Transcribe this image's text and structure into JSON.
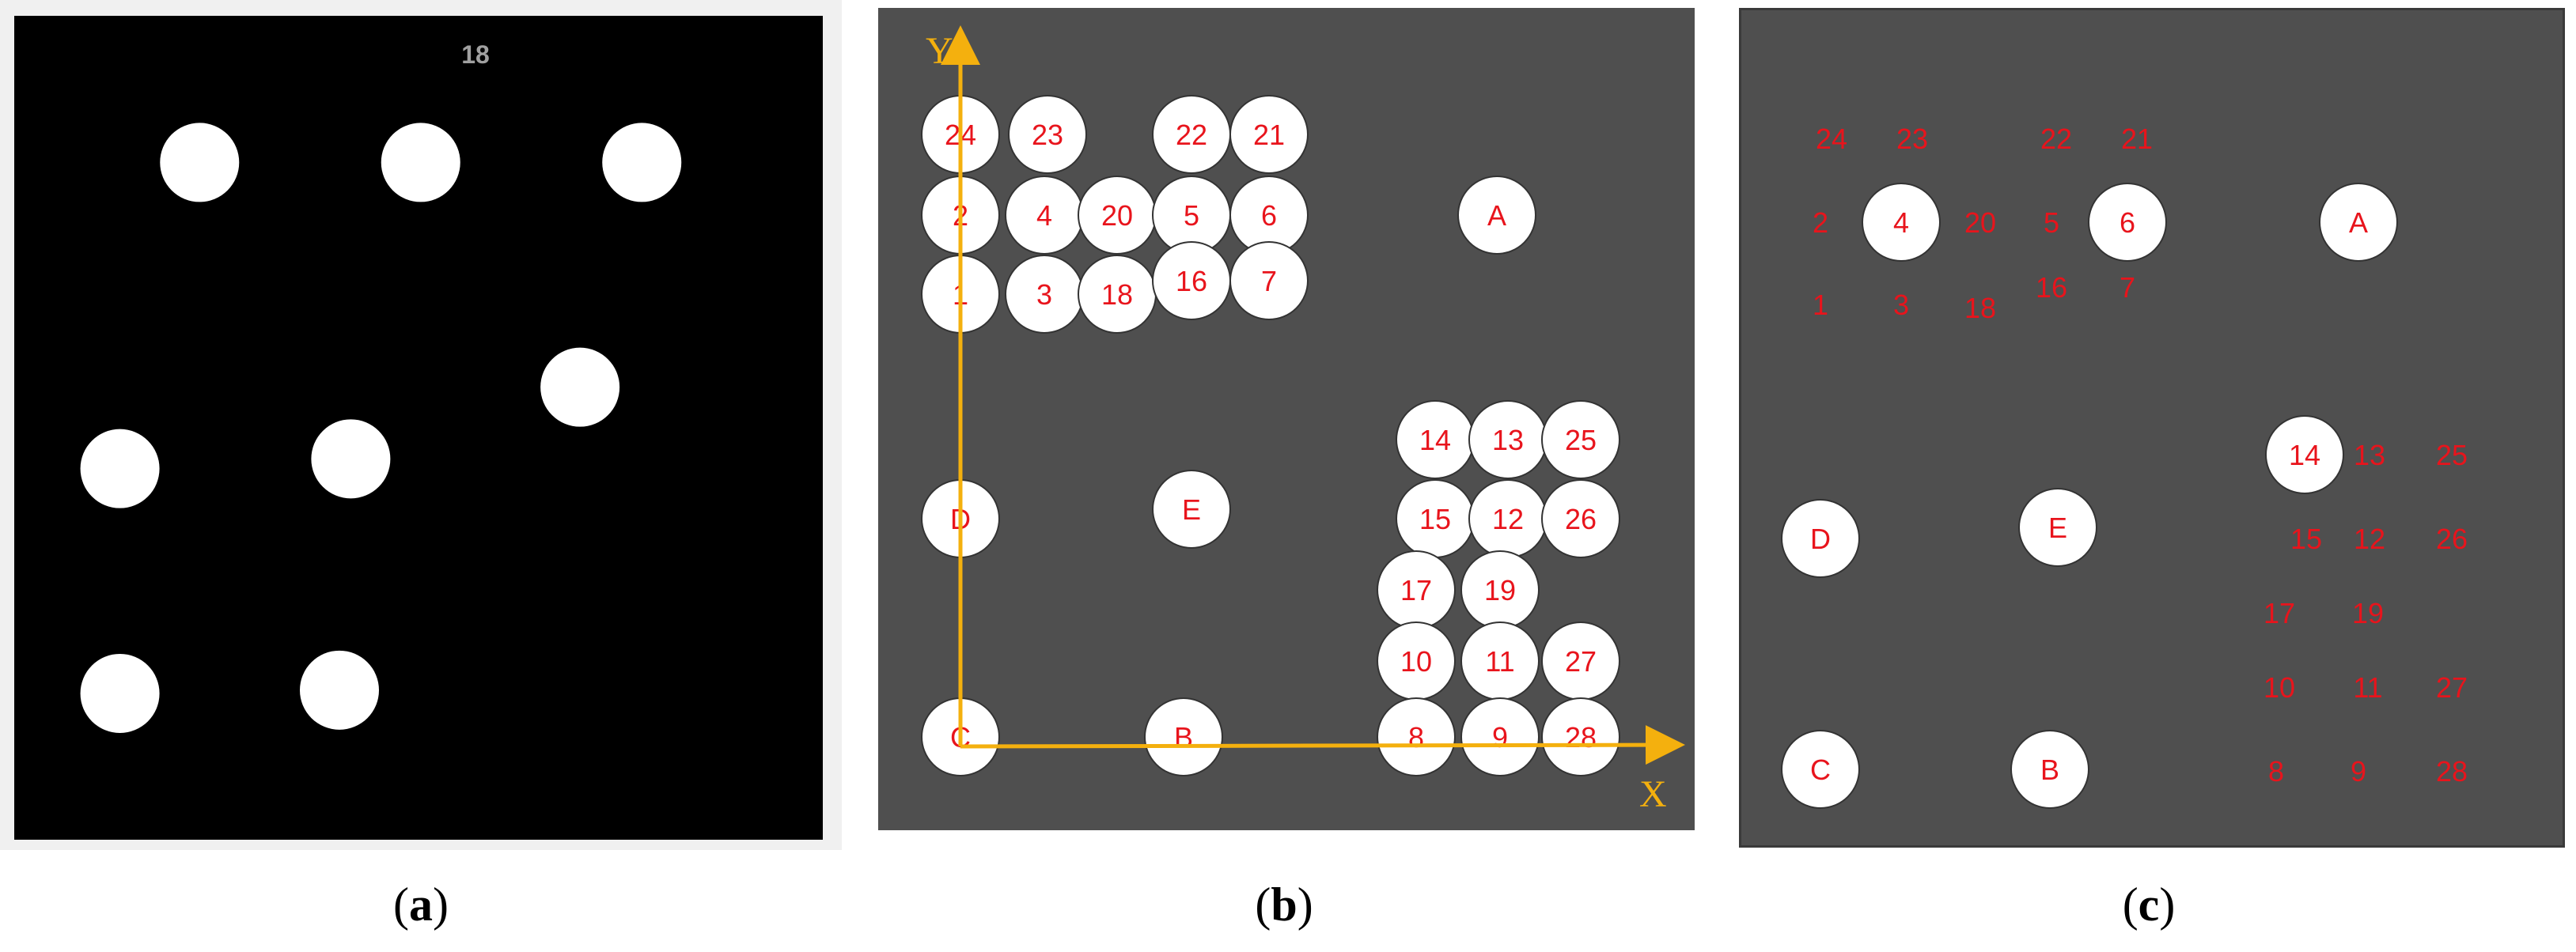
{
  "panel_a": {
    "frame_label": "18"
  },
  "panel_b": {
    "axis_y_label": "Y",
    "axis_x_label": "X",
    "circles": [
      {
        "id": "24"
      },
      {
        "id": "23"
      },
      {
        "id": "22"
      },
      {
        "id": "21"
      },
      {
        "id": "2"
      },
      {
        "id": "4"
      },
      {
        "id": "20"
      },
      {
        "id": "5"
      },
      {
        "id": "6"
      },
      {
        "id": "1"
      },
      {
        "id": "3"
      },
      {
        "id": "18"
      },
      {
        "id": "16"
      },
      {
        "id": "7"
      },
      {
        "id": "A"
      },
      {
        "id": "14"
      },
      {
        "id": "13"
      },
      {
        "id": "25"
      },
      {
        "id": "15"
      },
      {
        "id": "12"
      },
      {
        "id": "26"
      },
      {
        "id": "17"
      },
      {
        "id": "19"
      },
      {
        "id": "10"
      },
      {
        "id": "11"
      },
      {
        "id": "27"
      },
      {
        "id": "8"
      },
      {
        "id": "9"
      },
      {
        "id": "28"
      },
      {
        "id": "D"
      },
      {
        "id": "E"
      },
      {
        "id": "C"
      },
      {
        "id": "B"
      }
    ]
  },
  "panel_c": {
    "labels": [
      {
        "id": "24"
      },
      {
        "id": "23"
      },
      {
        "id": "22"
      },
      {
        "id": "21"
      },
      {
        "id": "2"
      },
      {
        "id": "4"
      },
      {
        "id": "20"
      },
      {
        "id": "5"
      },
      {
        "id": "6"
      },
      {
        "id": "A"
      },
      {
        "id": "1"
      },
      {
        "id": "3"
      },
      {
        "id": "18"
      },
      {
        "id": "16"
      },
      {
        "id": "7"
      },
      {
        "id": "14"
      },
      {
        "id": "13"
      },
      {
        "id": "25"
      },
      {
        "id": "15"
      },
      {
        "id": "12"
      },
      {
        "id": "26"
      },
      {
        "id": "17"
      },
      {
        "id": "19"
      },
      {
        "id": "10"
      },
      {
        "id": "11"
      },
      {
        "id": "27"
      },
      {
        "id": "8"
      },
      {
        "id": "9"
      },
      {
        "id": "28"
      },
      {
        "id": "D"
      },
      {
        "id": "E"
      },
      {
        "id": "C"
      },
      {
        "id": "B"
      }
    ],
    "highlighted": [
      "4",
      "6",
      "A",
      "14",
      "D",
      "E",
      "C",
      "B"
    ]
  },
  "captions": {
    "a": "a",
    "b": "b",
    "c": "c"
  },
  "colors": {
    "panel_background": "#4f4f4f",
    "label_red": "#e8141c",
    "axis_orange": "#f4b00e",
    "circle_fill": "#ffffff",
    "frame_label_gray": "#a0a0a0"
  }
}
